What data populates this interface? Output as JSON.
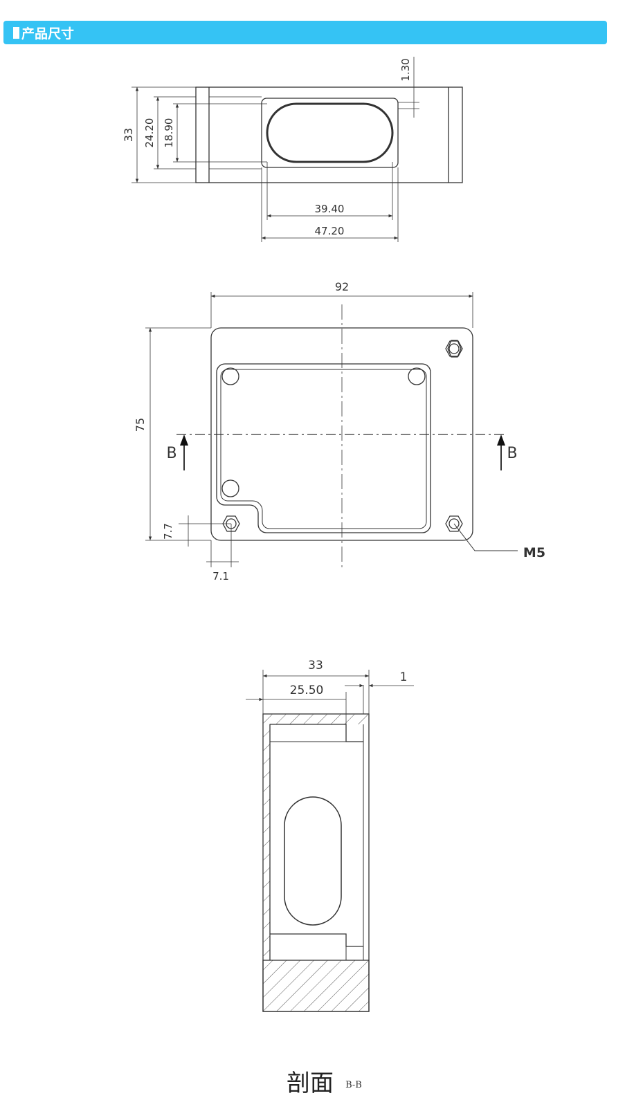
{
  "header": {
    "title": "产品尺寸",
    "color": "#35c3f4"
  },
  "top_view": {
    "dim_height_total": "33",
    "dim_height_flange": "24.20",
    "dim_height_window": "18.90",
    "dim_depth": "1.30",
    "dim_window_inner_width": "39.40",
    "dim_window_outer_width": "47.20"
  },
  "plan_view": {
    "dim_width": "92",
    "dim_height": "75",
    "section_label_left": "B",
    "section_label_right": "B",
    "dim_hole_y_offset": "7.7",
    "dim_hole_x_offset": "7.1",
    "thread_label": "M5"
  },
  "section_view": {
    "dim_total_depth": "33",
    "dim_inner_depth": "25.50",
    "dim_wall": "1",
    "caption_main": "剖面",
    "caption_sub": "B-B"
  }
}
